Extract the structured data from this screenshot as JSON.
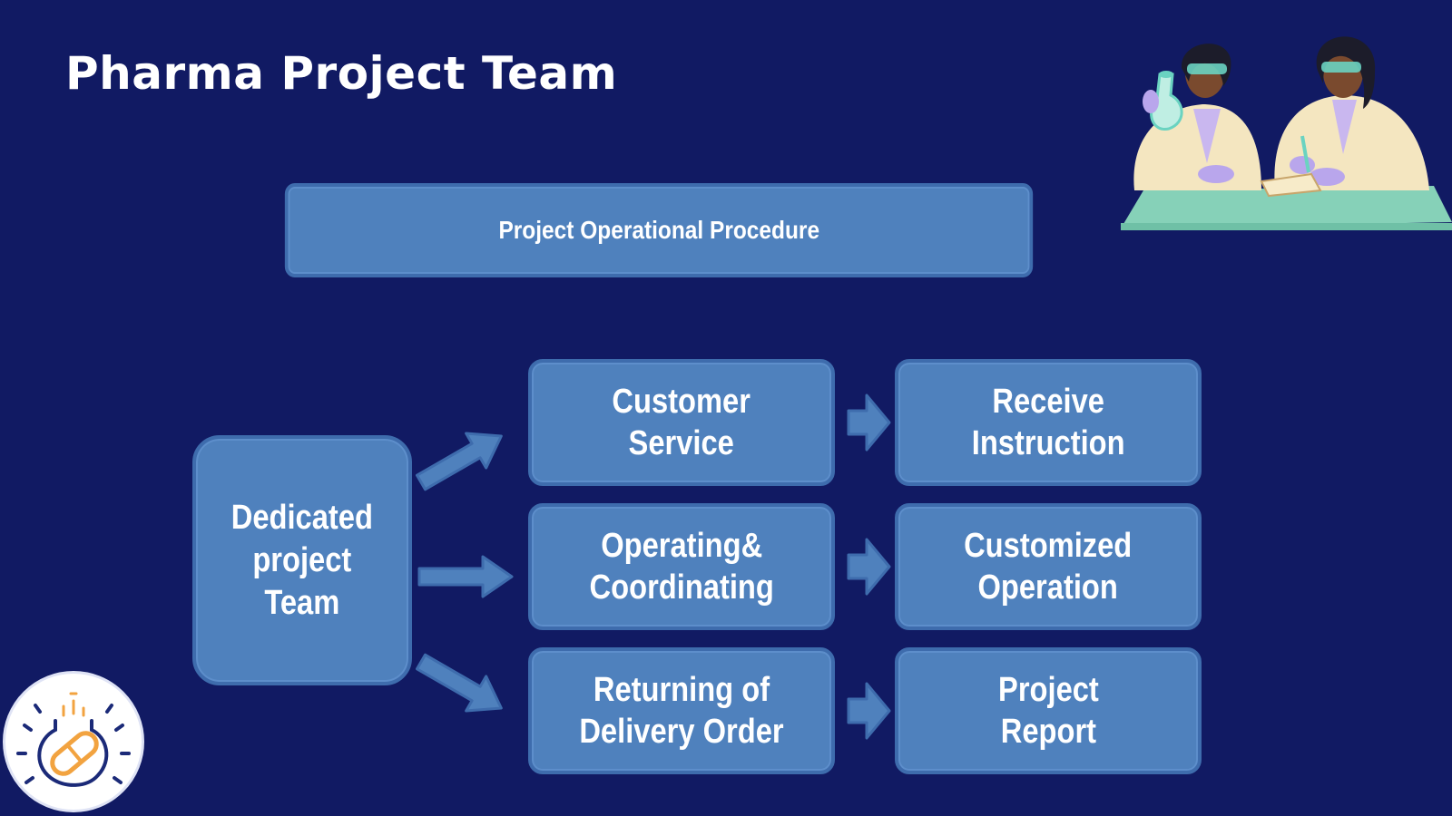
{
  "title": "Pharma Project Team",
  "procedure": "Project Operational Procedure",
  "source": "Dedicated\nproject\nTeam",
  "steps": [
    {
      "first": "Customer\nService",
      "second": "Receive\nInstruction"
    },
    {
      "first": "Operating&\nCoordinating",
      "second": "Customized\nOperation"
    },
    {
      "first": "Returning of\nDelivery Order",
      "second": "Project\nReport"
    }
  ],
  "colors": {
    "background": "#111a63",
    "box_fill": "#4f81bd",
    "box_border": "#3e6cad",
    "accent_orange": "#f2a340",
    "accent_navy": "#1b2a78"
  },
  "icons": [
    "scientists-illustration",
    "pill-flask-logo-icon"
  ]
}
